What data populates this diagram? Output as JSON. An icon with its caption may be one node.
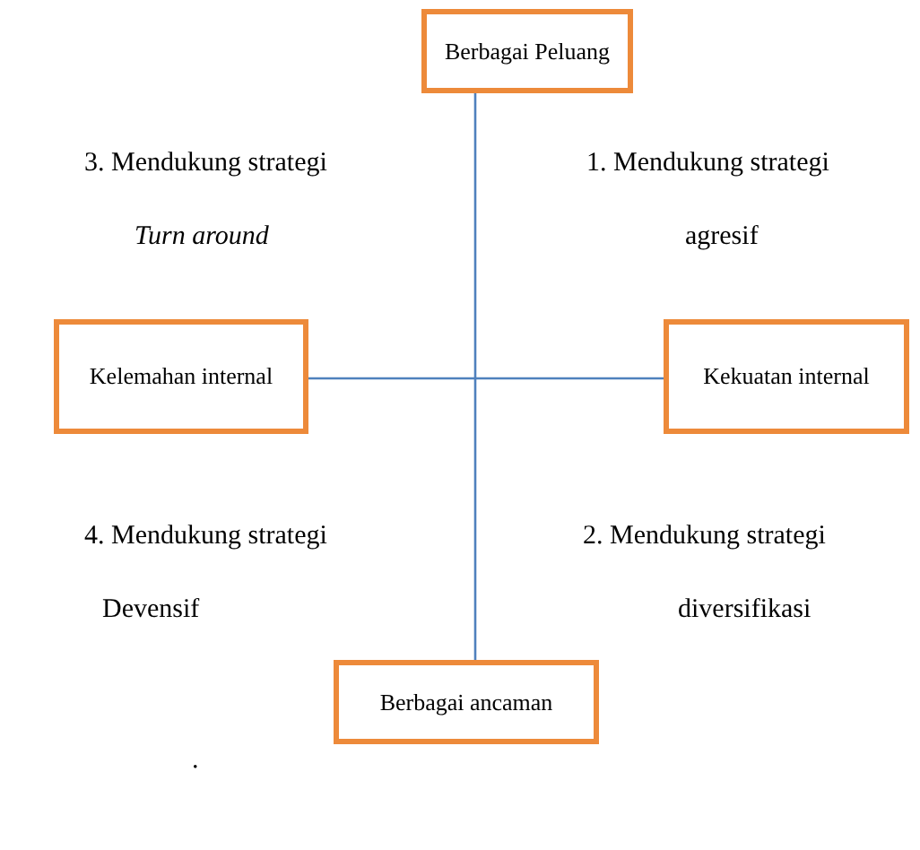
{
  "diagram": {
    "nodes": [
      {
        "text": [
          "Berbagai Peluang"
        ]
      },
      {
        "text": [
          "Kelemahan internal"
        ]
      },
      {
        "text": [
          "Kekuatan internal"
        ]
      },
      {
        "text": [
          "Berbagai ancaman"
        ]
      }
    ],
    "edges": [
      {
        "from": 0,
        "to": 3,
        "arrow": "none"
      },
      {
        "from": 1,
        "to": 2,
        "arrow": "none"
      }
    ],
    "labels": [
      "3. Mendukung strategi",
      "1. Mendukung strategi",
      "Turn around",
      "agresif",
      "4. Mendukung strategi",
      "2. Mendukung strategi",
      "Devensif",
      "diversifikasi",
      "."
    ]
  }
}
